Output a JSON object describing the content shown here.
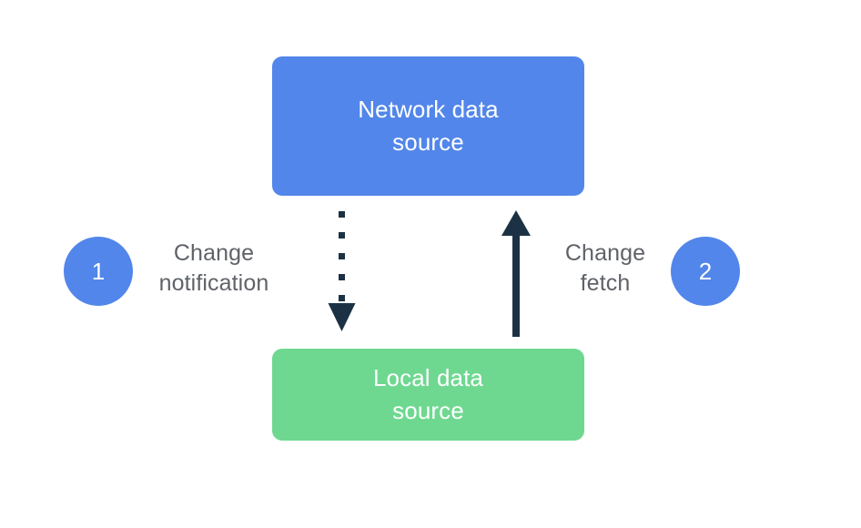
{
  "diagram": {
    "title_text": null,
    "background_color": "#ffffff",
    "nodes": [
      {
        "id": "network-data-source",
        "label": "Network data\nsource",
        "color": "#5286ea",
        "text_color": "#ffffff"
      },
      {
        "id": "local-data-source",
        "label": "Local data\nsource",
        "color": "#6ed890",
        "text_color": "#ffffff"
      }
    ],
    "steps": [
      {
        "number": "1",
        "label": "Change\nnotification",
        "circle_color": "#5286ea",
        "label_color": "#5f6368",
        "arrow_style": "dotted",
        "direction": "network-to-local"
      },
      {
        "number": "2",
        "label": "Change\nfetch",
        "circle_color": "#5286ea",
        "label_color": "#5f6368",
        "arrow_style": "solid",
        "direction": "local-to-network"
      }
    ],
    "arrow_color": "#1c3244"
  }
}
